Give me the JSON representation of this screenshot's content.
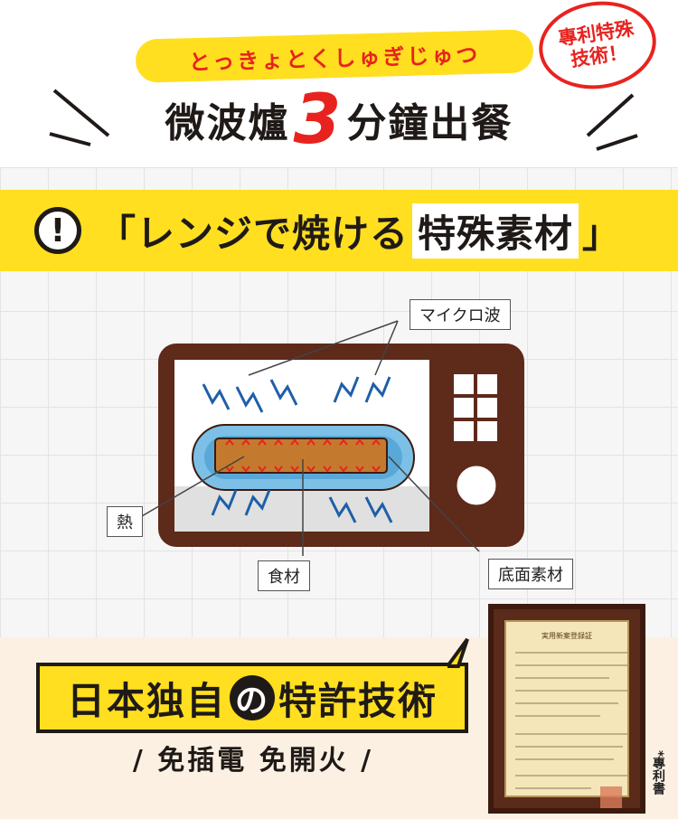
{
  "header": {
    "ruby": "とっきょとくしゅぎじゅつ",
    "headline_pre": "微波爐",
    "headline_num": "3",
    "headline_post": "分鐘出餐",
    "badge_line1": "專利特殊",
    "badge_line2": "技術！"
  },
  "banner": {
    "icon": "exclamation-icon",
    "text_pre": "「レンジで焼ける",
    "text_hl": "特殊素材",
    "text_post": "」"
  },
  "diagram": {
    "label_microwave": "マイクロ波",
    "label_heat": "熱",
    "label_food": "食材",
    "label_base": "底面素材",
    "colors": {
      "oven": "#5e2a1a",
      "wave": "#1e5fa8",
      "heat": "#e8231f",
      "pan": "#7cc0e8",
      "food": "#c47a2e"
    }
  },
  "feature": {
    "line_pre": "日本独自",
    "line_mid": "の",
    "line_post": "特許技術",
    "sub": "/ 免插電 免開火 /"
  },
  "certificate": {
    "title": "実用新案登録証",
    "note": "*專利書"
  }
}
